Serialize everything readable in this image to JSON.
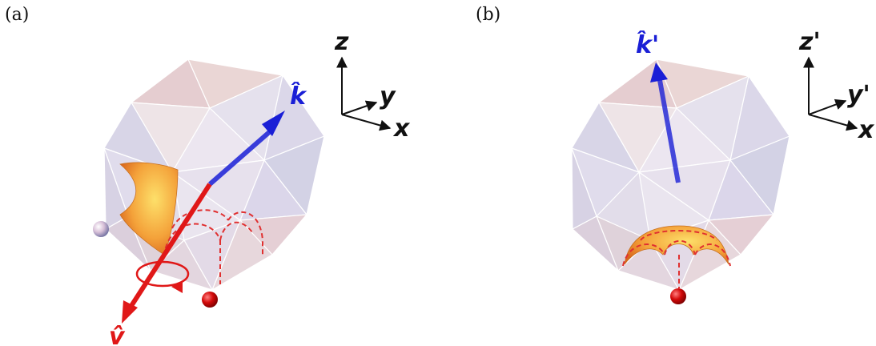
{
  "panels": [
    {
      "label": "(a)",
      "axes": {
        "x": "x",
        "y": "y",
        "z": "z"
      },
      "vectors": {
        "k": "k̂",
        "v": "v̂"
      }
    },
    {
      "label": "(b)",
      "axes": {
        "x": "x",
        "y": "y'",
        "z": "z'"
      },
      "vectors": {
        "k": "k̂'"
      }
    }
  ],
  "colors": {
    "k_vector": "#1a1fd6",
    "v_vector": "#e01818",
    "polyhedron_fill": "#d9d4e6",
    "polyhedron_edge": "#ffffff",
    "surface": "#f0a030",
    "dashed_arcs": "#e03030",
    "sphere_red": "#d01010"
  }
}
